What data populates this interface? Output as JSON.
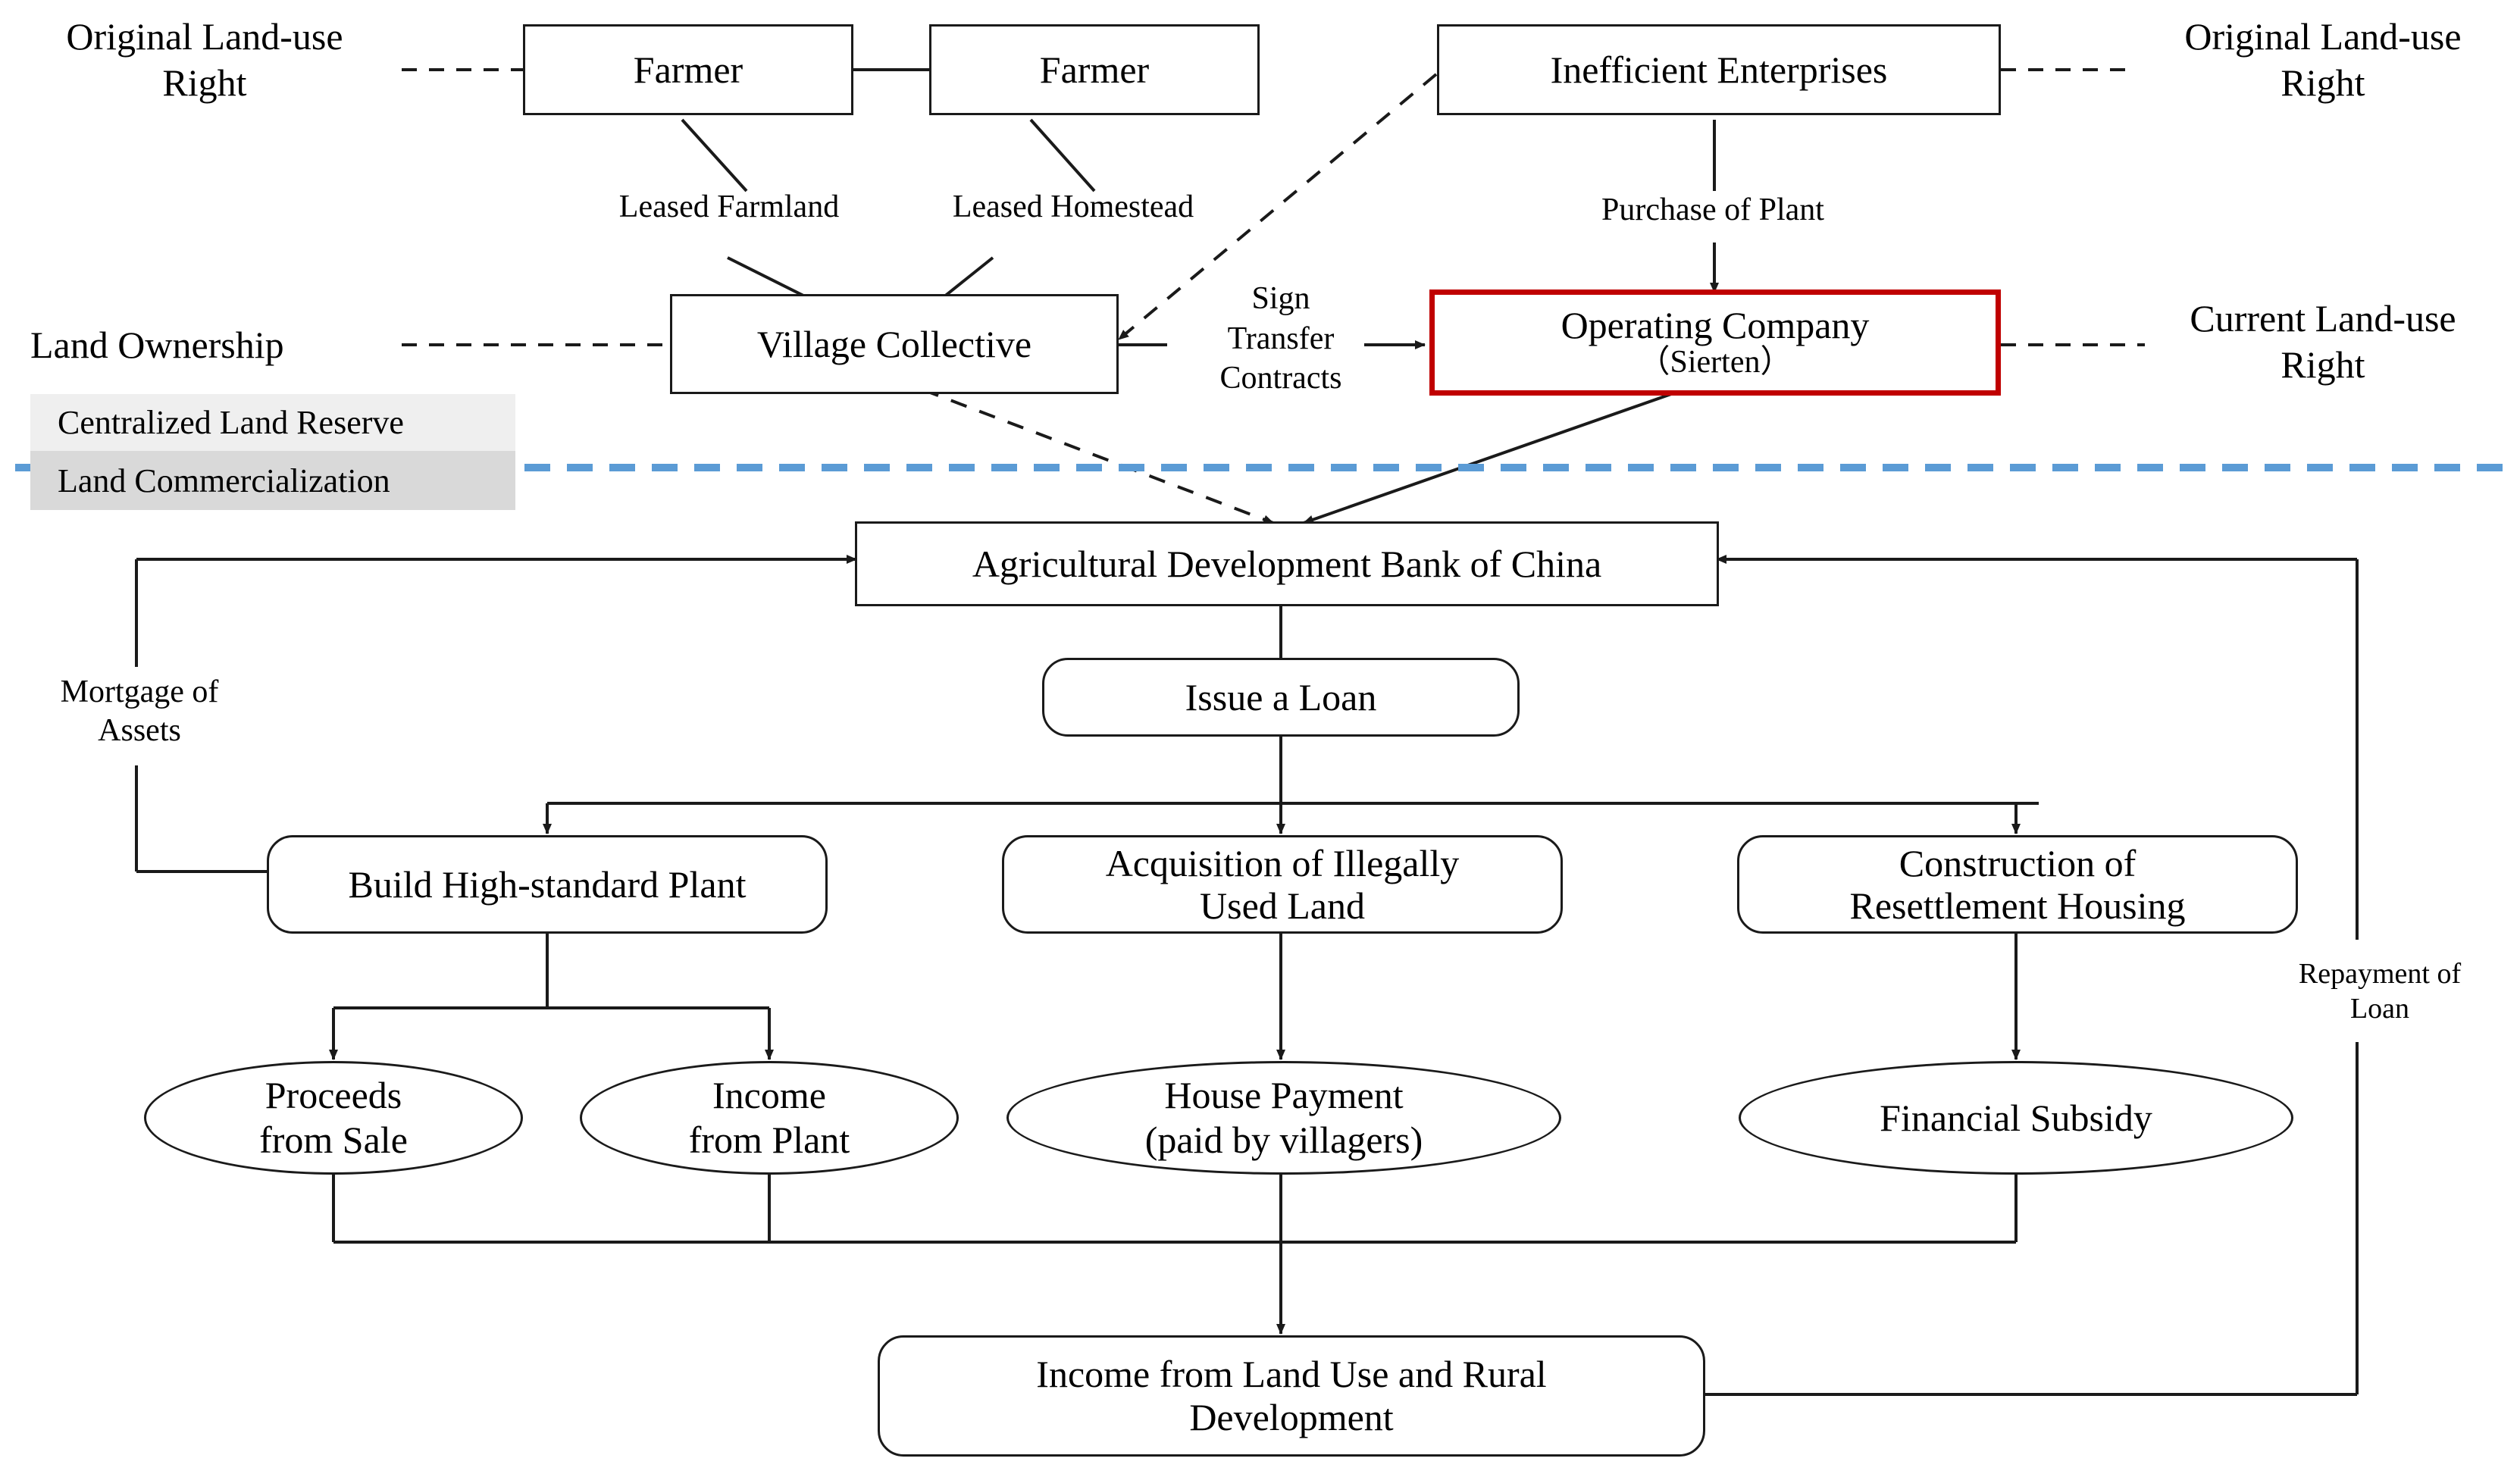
{
  "diagram": {
    "title": "Land-use right transfer and rural land commercialization flowchart",
    "colors": {
      "highlight_border": "#c00000",
      "divider": "#5b9bd5",
      "band_light": "#efefef",
      "band_dark": "#d9d9d9",
      "line": "#1a1a1a"
    },
    "side_labels": {
      "top_left": "Original Land-use\nRight",
      "top_left_line1": "Original Land-use",
      "top_left_line2": "Right",
      "top_right_line1": "Original Land-use",
      "top_right_line2": "Right",
      "mid_left": "Land Ownership",
      "mid_right_line1": "Current Land-use",
      "mid_right_line2": "Right"
    },
    "bands": [
      {
        "label": "Centralized Land Reserve",
        "fill": "#efefef"
      },
      {
        "label": "Land Commercialization",
        "fill": "#d9d9d9"
      }
    ],
    "nodes": [
      {
        "id": "farmer-left",
        "label": "Farmer",
        "shape": "rect"
      },
      {
        "id": "farmer-right",
        "label": "Farmer",
        "shape": "rect"
      },
      {
        "id": "inefficient",
        "label": "Inefficient Enterprises",
        "shape": "rect"
      },
      {
        "id": "village",
        "label": "Village Collective",
        "shape": "rect"
      },
      {
        "id": "operating-l1",
        "label": "Operating Company",
        "shape": "red-rect"
      },
      {
        "id": "operating-l2",
        "label": "（Sierten）",
        "shape": "red-rect"
      },
      {
        "id": "adbc",
        "label": "Agricultural Development Bank of China",
        "shape": "rect"
      },
      {
        "id": "issue-loan",
        "label": "Issue a Loan",
        "shape": "rounded-rect"
      },
      {
        "id": "build-plant",
        "label": "Build High-standard Plant",
        "shape": "rounded-rect"
      },
      {
        "id": "acq-l1",
        "label": "Acquisition of Illegally",
        "shape": "rounded-rect"
      },
      {
        "id": "acq-l2",
        "label": "Used Land",
        "shape": "rounded-rect"
      },
      {
        "id": "constr-l1",
        "label": "Construction of",
        "shape": "rounded-rect"
      },
      {
        "id": "constr-l2",
        "label": "Resettlement Housing",
        "shape": "rounded-rect"
      },
      {
        "id": "proceeds-l1",
        "label": "Proceeds",
        "shape": "ellipse"
      },
      {
        "id": "proceeds-l2",
        "label": "from Sale",
        "shape": "ellipse"
      },
      {
        "id": "income-plant-l1",
        "label": "Income",
        "shape": "ellipse"
      },
      {
        "id": "income-plant-l2",
        "label": "from Plant",
        "shape": "ellipse"
      },
      {
        "id": "house-pay-l1",
        "label": "House Payment",
        "shape": "ellipse"
      },
      {
        "id": "house-pay-l2",
        "label": "(paid by villagers)",
        "shape": "ellipse"
      },
      {
        "id": "subsidy",
        "label": "Financial Subsidy",
        "shape": "ellipse"
      },
      {
        "id": "income-final-l1",
        "label": "Income from Land Use and Rural",
        "shape": "rounded-rect"
      },
      {
        "id": "income-final-l2",
        "label": "Development",
        "shape": "rounded-rect"
      }
    ],
    "edge_labels": {
      "leased_farmland": "Leased Farmland",
      "leased_homestead": "Leased Homestead",
      "purchase_of_plant": "Purchase of Plant",
      "sign_l1": "Sign",
      "sign_l2": "Transfer",
      "sign_l3": "Contracts",
      "mortgage_l1": "Mortgage of",
      "mortgage_l2": "Assets",
      "repayment_l1": "Repayment of",
      "repayment_l2": "Loan"
    }
  }
}
